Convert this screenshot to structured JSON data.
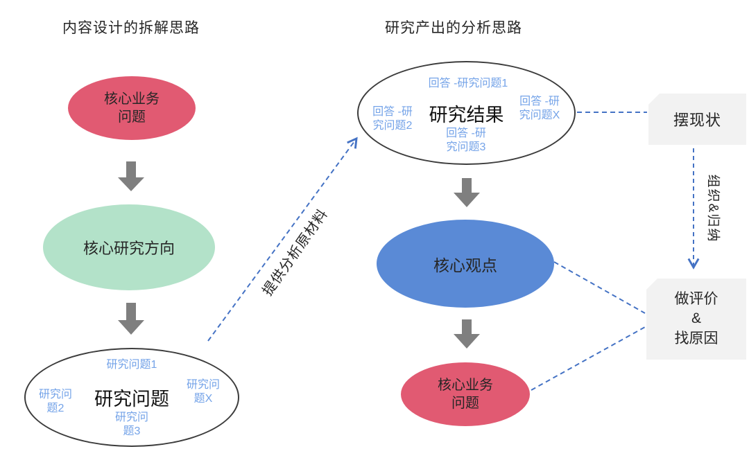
{
  "titles": {
    "left": "内容设计的拆解思路",
    "right": "研究产出的分析思路"
  },
  "left_flow": {
    "core_business_problem": "核心业务\n问题",
    "core_research_direction": "核心研究方向",
    "research_questions_center": "研究问题",
    "labels": {
      "q1": "研究问题1",
      "q2": "研究问\n题2",
      "q3": "研究问\n题3",
      "qx": "研究问\n题X"
    }
  },
  "right_flow": {
    "research_results_center": "研究结果",
    "labels": {
      "a1": "回答 -研究问题1",
      "a2": "回答 -研\n究问题2",
      "a3": "回答 -研\n究问题3",
      "ax": "回答 -研\n究问题X"
    },
    "core_viewpoint": "核心观点",
    "core_business_problem": "核心业务\n问题"
  },
  "side_panel": {
    "present_status": "摆现状",
    "organize_and_summarize": "组织&归纳",
    "evaluate_and_find_cause": "做评价\n&\n找原因"
  },
  "connector_labels": {
    "provide_raw_material": "提供分析原材料"
  },
  "colors": {
    "red_ellipse": "#E15A72",
    "green_ellipse": "#B3E2C9",
    "blue_ellipse": "#5A8AD6",
    "label_blue": "#74A3E8",
    "connector_blue": "#4472C4",
    "arrow_gray": "#7F7F7F",
    "box_gray": "#F2F2F2"
  }
}
